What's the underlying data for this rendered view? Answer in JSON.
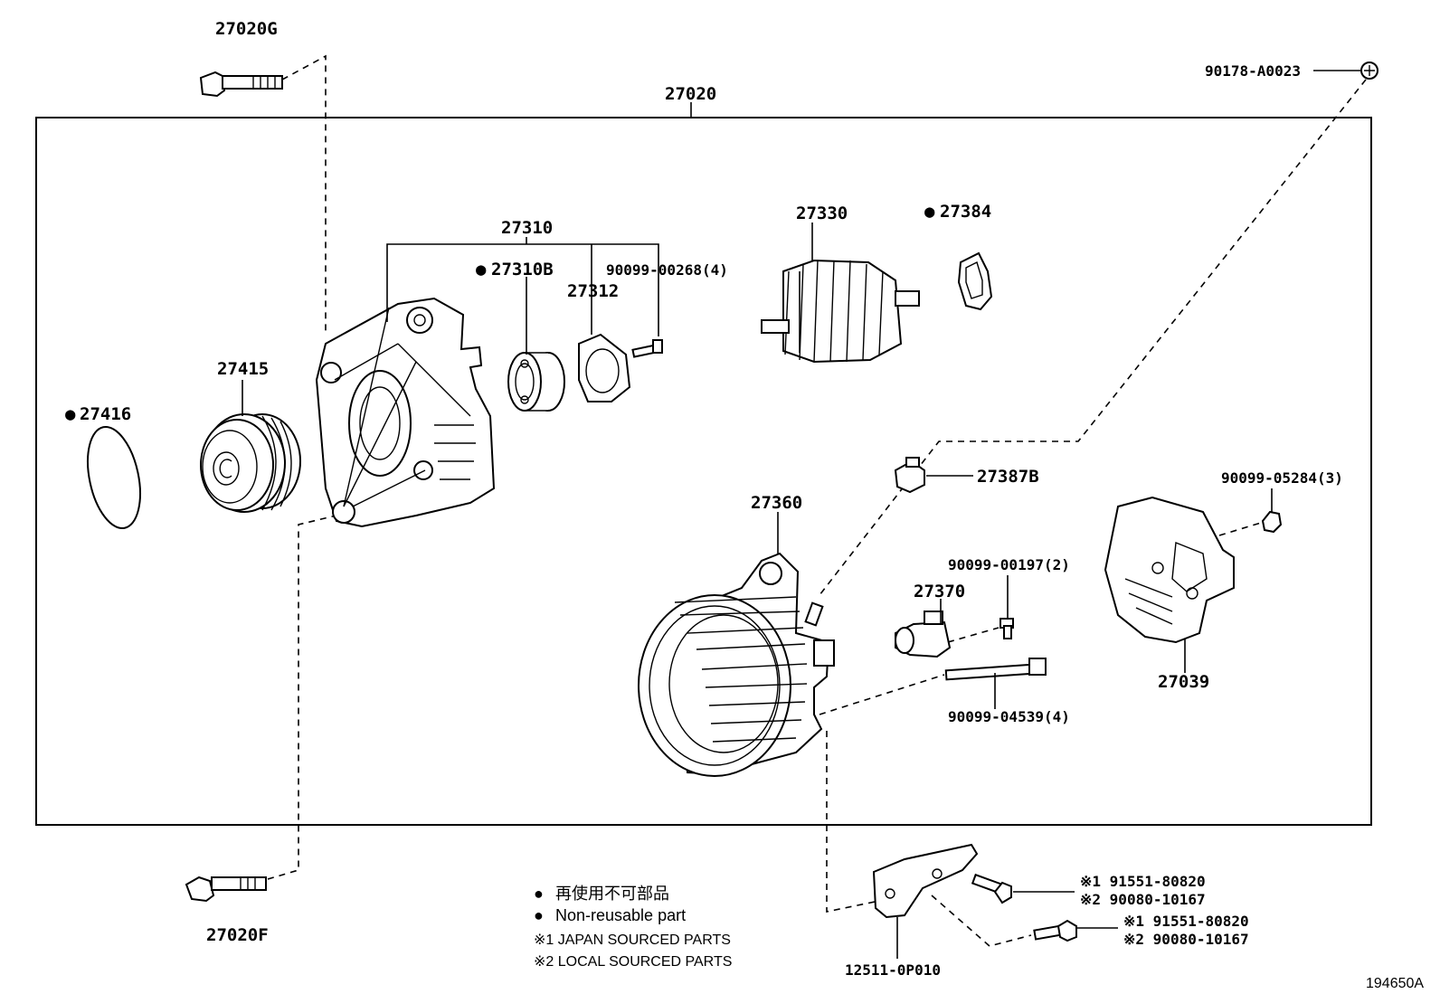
{
  "assembly": {
    "part_no": "27020"
  },
  "bolts": {
    "top": "27020G",
    "bottom": "27020F"
  },
  "parts": {
    "p27310": "27310",
    "p27310B": "27310B",
    "p27312": "27312",
    "p90099_00268": "90099-00268(4)",
    "p27330": "27330",
    "p27384": "27384",
    "p27415": "27415",
    "p27416": "27416",
    "p27387B": "27387B",
    "p27360": "27360",
    "p90099_00197": "90099-00197(2)",
    "p27370": "27370",
    "p90099_04539": "90099-04539(4)",
    "p90099_05284": "90099-05284(3)",
    "p27039": "27039",
    "p90178": "90178-A0023",
    "p12511": "12511-0P010"
  },
  "fasteners": [
    {
      "line1": "※1 91551-80820",
      "line2": "※2 90080-10167"
    },
    {
      "line1": "※1 91551-80820",
      "line2": "※2 90080-10167"
    }
  ],
  "legend": {
    "nonreusable_jp": "再使用不可部品",
    "nonreusable_en": "Non-reusable part",
    "note1": "※1 JAPAN SOURCED PARTS",
    "note2": "※2 LOCAL SOURCED PARTS"
  },
  "figure_id": "194650A",
  "marker": "●"
}
